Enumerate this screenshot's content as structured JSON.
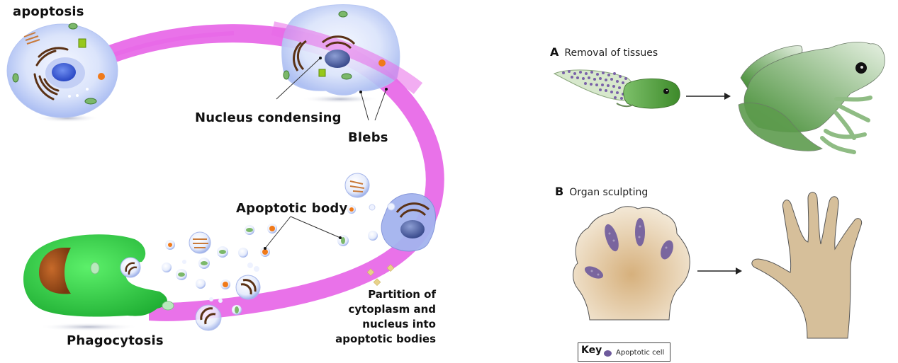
{
  "left_diagram": {
    "title": "apoptosis",
    "labels": {
      "nucleus_condensing": "Nucleus condensing",
      "blebs": "Blebs",
      "apoptotic_body": "Apoptotic body",
      "partition": [
        "Partition of",
        "cytoplasm and",
        "nucleus into",
        "apoptotic bodies"
      ],
      "phagocytosis": "Phagocytosis"
    },
    "colors": {
      "arc": "#e86ae8",
      "cell_body": "#c9d6f7",
      "nucleus": "#3a62d8",
      "phagocyte": "#33d64a",
      "phagocyte_nucleus": "#a9521c",
      "organelle_brown": "#5b3216",
      "organelle_orange": "#f07a1a"
    }
  },
  "panel_a": {
    "letter": "A",
    "title": "Removal of tissues"
  },
  "panel_b": {
    "letter": "B",
    "title": "Organ sculpting"
  },
  "key": {
    "title": "Key",
    "item": "Apoptotic cell",
    "color": "#6e5a9c"
  }
}
